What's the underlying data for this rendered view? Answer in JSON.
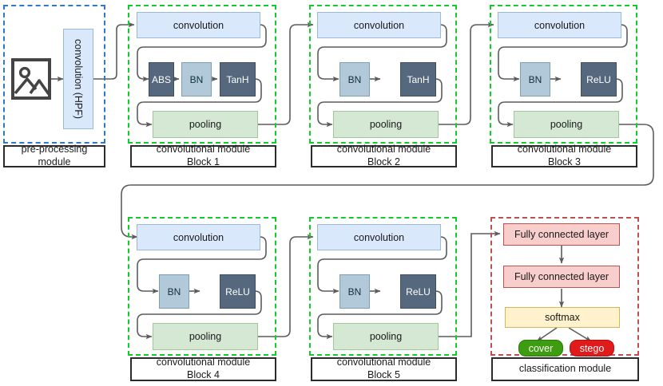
{
  "diagram": {
    "title": "CNN steganalysis network architecture",
    "colors": {
      "conv_fill": "#dae8fc",
      "pool_fill": "#d5e8d4",
      "dark_fill": "#56687e",
      "light_fill": "#b1c9d8",
      "fc_fill": "#f8cecc",
      "softmax_fill": "#fff2cc",
      "cover_fill": "#3d9c0f",
      "stego_fill": "#e01b1b",
      "dash_blue": "#2f79c6",
      "dash_green": "#12cc2e",
      "dash_red": "#c0504d",
      "wire": "#5c5c5c"
    }
  },
  "preprocessing": {
    "caption": "pre-processing\nmodule",
    "caption_line1": "pre-processing",
    "caption_line2": "module",
    "image_icon": "picture-icon",
    "conv_hpf_label": "convolution (HPF)"
  },
  "blocks": [
    {
      "id": "block1",
      "caption_line1": "convolutional module",
      "caption_line2": "Block 1",
      "conv_label": "convolution",
      "ops": [
        "ABS",
        "BN",
        "TanH"
      ],
      "op_styles": [
        "dark",
        "light",
        "dark"
      ],
      "pool_label": "pooling"
    },
    {
      "id": "block2",
      "caption_line1": "convolutional module",
      "caption_line2": "Block 2",
      "conv_label": "convolution",
      "ops": [
        "BN",
        "TanH"
      ],
      "op_styles": [
        "light",
        "dark"
      ],
      "pool_label": "pooling"
    },
    {
      "id": "block3",
      "caption_line1": "convolutional module",
      "caption_line2": "Block 3",
      "conv_label": "convolution",
      "ops": [
        "BN",
        "ReLU"
      ],
      "op_styles": [
        "light",
        "dark"
      ],
      "pool_label": "pooling"
    },
    {
      "id": "block4",
      "caption_line1": "convolutional module",
      "caption_line2": "Block 4",
      "conv_label": "convolution",
      "ops": [
        "BN",
        "ReLU"
      ],
      "op_styles": [
        "light",
        "dark"
      ],
      "pool_label": "pooling"
    },
    {
      "id": "block5",
      "caption_line1": "convolutional module",
      "caption_line2": "Block 5",
      "conv_label": "convolution",
      "ops": [
        "BN",
        "ReLU"
      ],
      "op_styles": [
        "light",
        "dark"
      ],
      "pool_label": "pooling"
    }
  ],
  "classification": {
    "caption": "classification module",
    "fc1_label": "Fully connected layer",
    "fc2_label": "Fully connected layer",
    "softmax_label": "softmax",
    "cover_label": "cover",
    "stego_label": "stego"
  }
}
